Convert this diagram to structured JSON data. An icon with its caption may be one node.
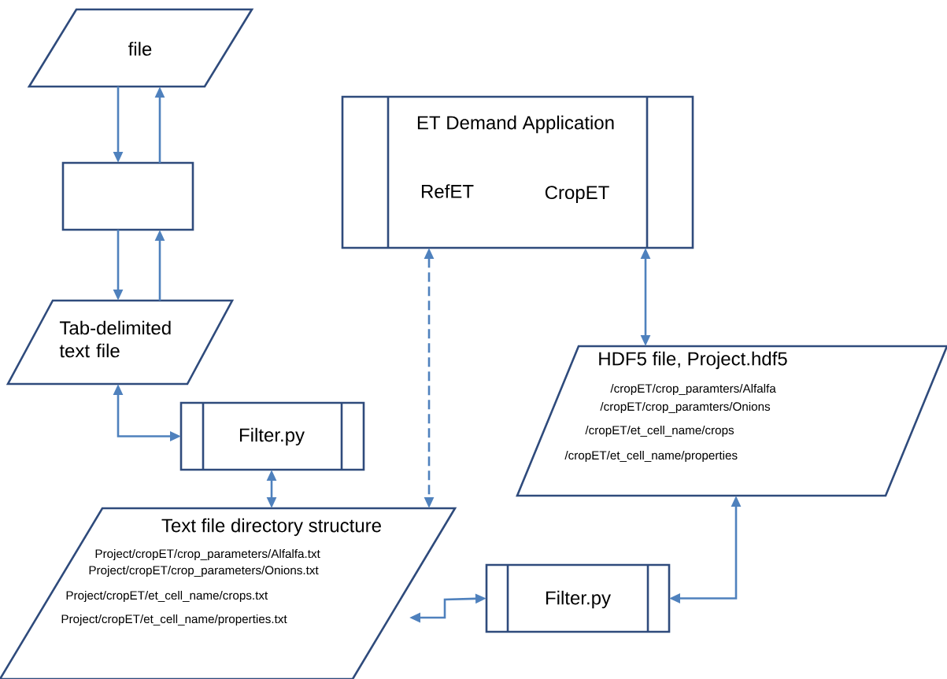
{
  "diagram": {
    "nodes": [
      {
        "text": [
          "file"
        ]
      },
      {
        "text": [],
        "shape": "box"
      },
      {
        "text": [
          "Tab-delimited text file"
        ]
      },
      {
        "text": [
          "Filter.py"
        ]
      },
      {
        "text": [
          "Text file directory structure",
          "Project/cropET/crop_parameters/Alfalfa.txt",
          "Project/cropET/crop_parameters/Onions.txt",
          "Project/cropET/et_cell_name/crops.txt",
          "Project/cropET/et_cell_name/properties.txt"
        ]
      },
      {
        "text": [
          "ET Demand Application",
          "RefET",
          "CropET"
        ]
      },
      {
        "text": [
          "HDF5 file, Project.hdf5",
          "/cropET/crop_paramters/Alfalfa",
          "/cropET/crop_paramters/Onions",
          "/cropET/et_cell_name/crops",
          "/cropET/et_cell_name/properties"
        ]
      },
      {
        "text": [
          "Filter.py"
        ]
      }
    ],
    "edges": [
      {
        "from": 0,
        "to": 1,
        "arrow": "to"
      },
      {
        "from": 1,
        "to": 0,
        "arrow": "to"
      },
      {
        "from": 1,
        "to": 2,
        "arrow": "to"
      },
      {
        "from": 2,
        "to": 1,
        "arrow": "to"
      },
      {
        "from": 2,
        "to": 3,
        "arrow": "both"
      },
      {
        "from": 3,
        "to": 4,
        "arrow": "both"
      },
      {
        "from": 5,
        "to": 4,
        "arrow": "both",
        "style": "dashed"
      },
      {
        "from": 5,
        "to": 6,
        "arrow": "both"
      },
      {
        "from": 4,
        "to": 7,
        "arrow": "both"
      },
      {
        "from": 7,
        "to": 6,
        "arrow": "both"
      }
    ]
  }
}
